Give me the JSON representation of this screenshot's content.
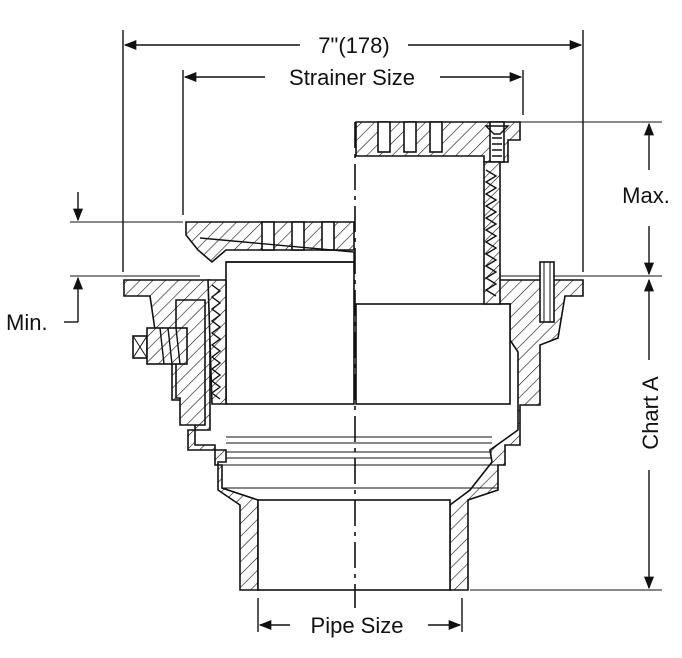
{
  "labels": {
    "overall_width": "7\"(178)",
    "strainer_size": "Strainer Size",
    "max": "Max.",
    "min": "Min.",
    "chart_a": "Chart A",
    "pipe_size": "Pipe Size"
  },
  "colors": {
    "ink": "#111111",
    "background": "#ffffff"
  }
}
